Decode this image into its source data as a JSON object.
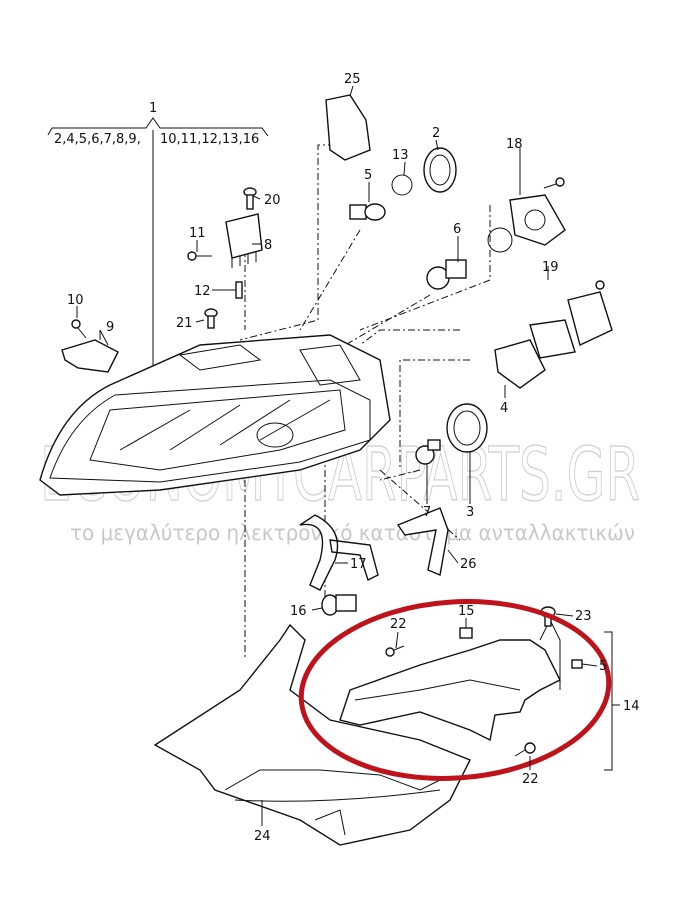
{
  "diagram": {
    "group_label": "1",
    "group_members_left": "2,4,5,6,7,8,9,",
    "group_members_right": "10,11,12,13,16",
    "callouts": {
      "p2": "2",
      "p3": "3",
      "p4": "4",
      "p5": "5",
      "p5b": "5",
      "p6": "6",
      "p7": "7",
      "p8": "8",
      "p9": "9",
      "p10": "10",
      "p11": "11",
      "p12": "12",
      "p13": "13",
      "p14": "14",
      "p15": "15",
      "p16": "16",
      "p17": "17",
      "p18": "18",
      "p19": "19",
      "p20": "20",
      "p21": "21",
      "p22a": "22",
      "p22b": "22",
      "p23": "23",
      "p24": "24",
      "p25": "25",
      "p26": "26"
    },
    "highlight_color": "#c0121b"
  },
  "watermark": {
    "brand": "ECONOMYCARPARTS.GR",
    "tagline": "το μεγαλύτερο ηλεκτρονικό κατάστημα ανταλλακτικών"
  }
}
